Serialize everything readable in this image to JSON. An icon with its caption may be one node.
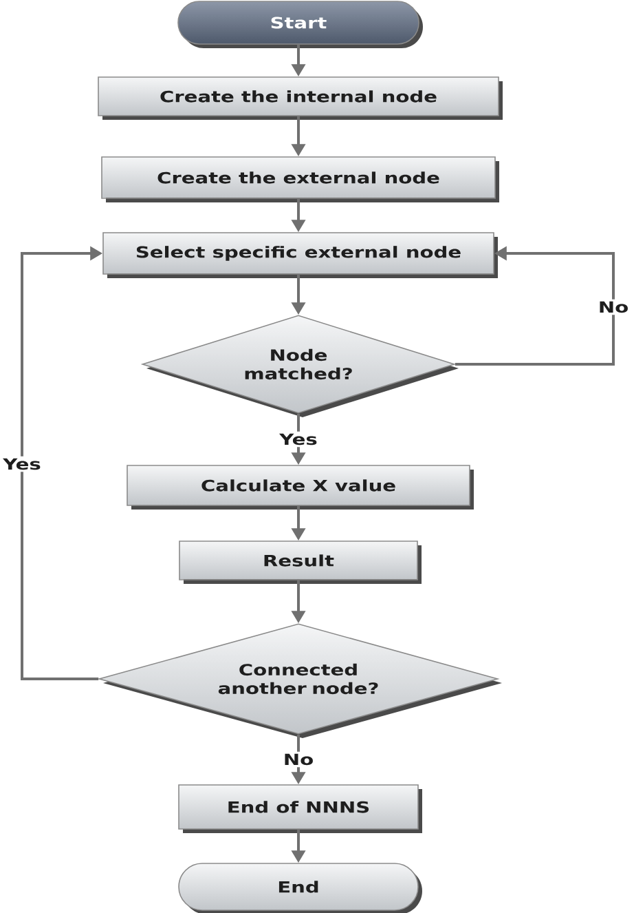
{
  "diagram": {
    "nodes": [
      {
        "text": [
          "Start"
        ]
      },
      {
        "text": [
          "Create the internal node"
        ]
      },
      {
        "text": [
          "Create the external node"
        ]
      },
      {
        "text": [
          "Select specific external node"
        ]
      },
      {
        "text": [
          "Node matched?"
        ]
      },
      {
        "text": [
          "Calculate X value"
        ]
      },
      {
        "text": [
          "Result"
        ]
      },
      {
        "text": [
          "Connected another node?"
        ]
      },
      {
        "text": [
          "End of NNNS"
        ]
      },
      {
        "text": [
          "End"
        ]
      }
    ],
    "edges": [
      {
        "from": 0,
        "to": 1,
        "arrow": "to"
      },
      {
        "from": 1,
        "to": 2,
        "arrow": "to"
      },
      {
        "from": 2,
        "to": 3,
        "arrow": "to"
      },
      {
        "from": 3,
        "to": 4,
        "arrow": "to"
      },
      {
        "from": 4,
        "to": 3,
        "arrow": "to",
        "label": "No"
      },
      {
        "from": 4,
        "to": 5,
        "arrow": "to",
        "label": "Yes"
      },
      {
        "from": 5,
        "to": 6,
        "arrow": "to"
      },
      {
        "from": 6,
        "to": 7,
        "arrow": "to"
      },
      {
        "from": 7,
        "to": 3,
        "arrow": "to",
        "label": "Yes"
      },
      {
        "from": 7,
        "to": 8,
        "arrow": "to",
        "label": "No"
      },
      {
        "from": 8,
        "to": 9,
        "arrow": "to"
      }
    ]
  }
}
